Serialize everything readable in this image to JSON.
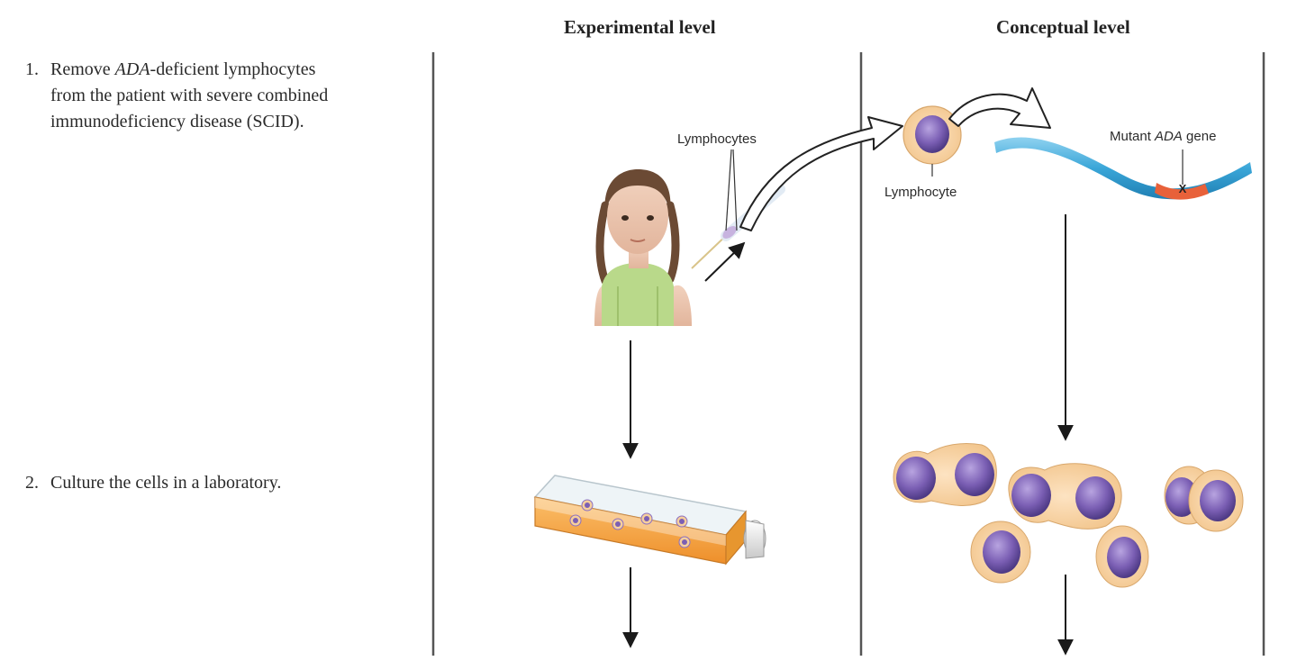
{
  "headings": {
    "experimental": "Experimental level",
    "conceptual": "Conceptual level"
  },
  "steps": [
    {
      "number": "1.",
      "line1_pre": "Remove ",
      "line1_italic": "ADA",
      "line1_post": "-deficient lymphocytes",
      "line2": "from the patient with severe combined",
      "line3": "immunodeficiency disease (SCID)."
    },
    {
      "number": "2.",
      "text": "Culture the cells in a laboratory."
    }
  ],
  "labels": {
    "lymphocytes": "Lymphocytes",
    "lymphocyte": "Lymphocyte",
    "mutant_gene_pre": "Mutant ",
    "mutant_gene_italic": "ADA",
    "mutant_gene_post": " gene",
    "mutation_mark": "X"
  },
  "colors": {
    "cell_membrane": "#f6cf9c",
    "cell_nucleus": "#7b5fb4",
    "gene_strand": "#3aa6d8",
    "mutant_segment": "#e8613a",
    "culture_medium": "#f6a23e",
    "divider": "#555555"
  }
}
